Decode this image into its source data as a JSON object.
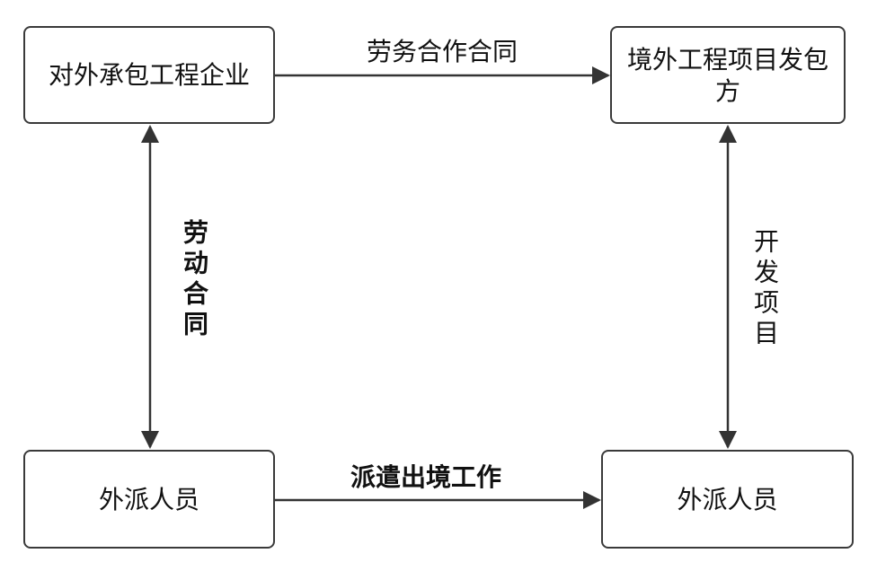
{
  "nodes": {
    "contractor": "对外承包工程企业",
    "overseas_client": "境外工程项目发包方",
    "dispatched_staff_left": "外派人员",
    "dispatched_staff_right": "外派人员"
  },
  "edges": {
    "top": "劳务合作合同",
    "left": "劳动合同",
    "right": "开发项目",
    "bottom": "派遣出境工作"
  }
}
